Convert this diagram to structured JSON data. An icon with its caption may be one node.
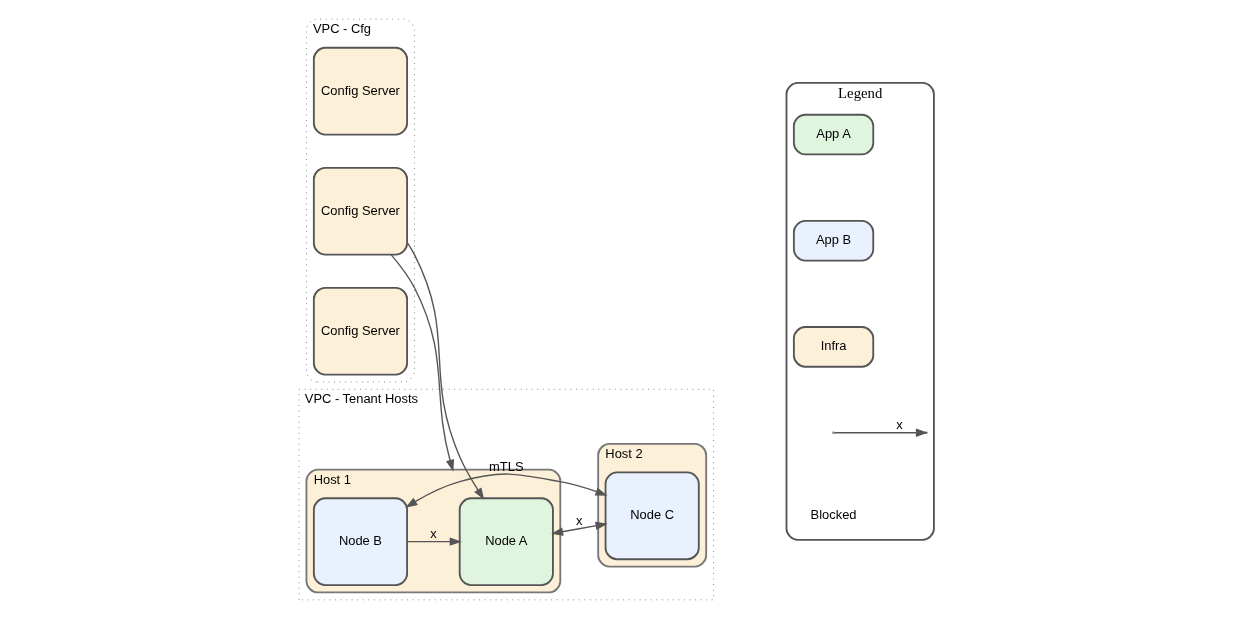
{
  "diagram": {
    "nodes": [
      {
        "text": [
          "VPC - Cfg"
        ]
      },
      {
        "text": [
          "Config Server"
        ],
        "in": 0
      },
      {
        "text": [
          "Config Server"
        ],
        "in": 0
      },
      {
        "text": [
          "Config Server"
        ],
        "in": 0
      },
      {
        "text": [
          "VPC - Tenant Hosts"
        ]
      },
      {
        "text": [
          "Host 1"
        ],
        "in": 4
      },
      {
        "text": [
          "Node A"
        ],
        "in": 5
      },
      {
        "text": [
          "Node B"
        ],
        "in": 5
      },
      {
        "text": [
          "Host 2"
        ],
        "in": 4
      },
      {
        "text": [
          "Node C"
        ],
        "in": 8
      },
      {
        "text": [
          "Legend"
        ]
      }
    ],
    "edges": [
      {
        "from": 2,
        "to": 5,
        "arrow": "to"
      },
      {
        "from": 2,
        "to": 6,
        "arrow": "to"
      },
      {
        "from": 7,
        "to": 6,
        "arrow": "to",
        "label": "x"
      },
      {
        "from": 6,
        "to": 9,
        "arrow": "both",
        "label": "x"
      },
      {
        "from": 7,
        "to": 9,
        "arrow": "both",
        "label": "mTLS"
      }
    ],
    "labels": [
      "x"
    ],
    "legend": [
      {
        "text": "App A",
        "color": "#dff5dd"
      },
      {
        "text": "App B",
        "color": "#e8f1fd"
      },
      {
        "text": "Infra",
        "color": "#fdf0d8"
      },
      {
        "text": "Blocked"
      }
    ]
  }
}
